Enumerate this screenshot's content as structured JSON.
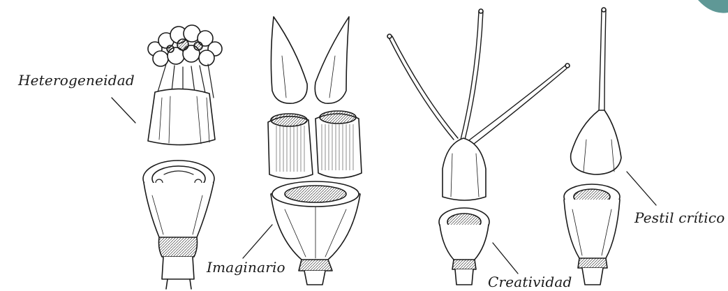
{
  "labels": {
    "heterogeneidad": "Heterogeneidad",
    "imaginario": "Imaginario",
    "creatividad": "Creatividad",
    "pestil_critico": "Pestil crítico"
  },
  "colors": {
    "ink": "#1a1a1a",
    "background": "#ffffff",
    "corner_badge": "#5f9896"
  },
  "figures": [
    "flower-head-specimen",
    "split-capsule-specimen",
    "three-style-pistil-specimen",
    "single-style-pistil-specimen"
  ]
}
